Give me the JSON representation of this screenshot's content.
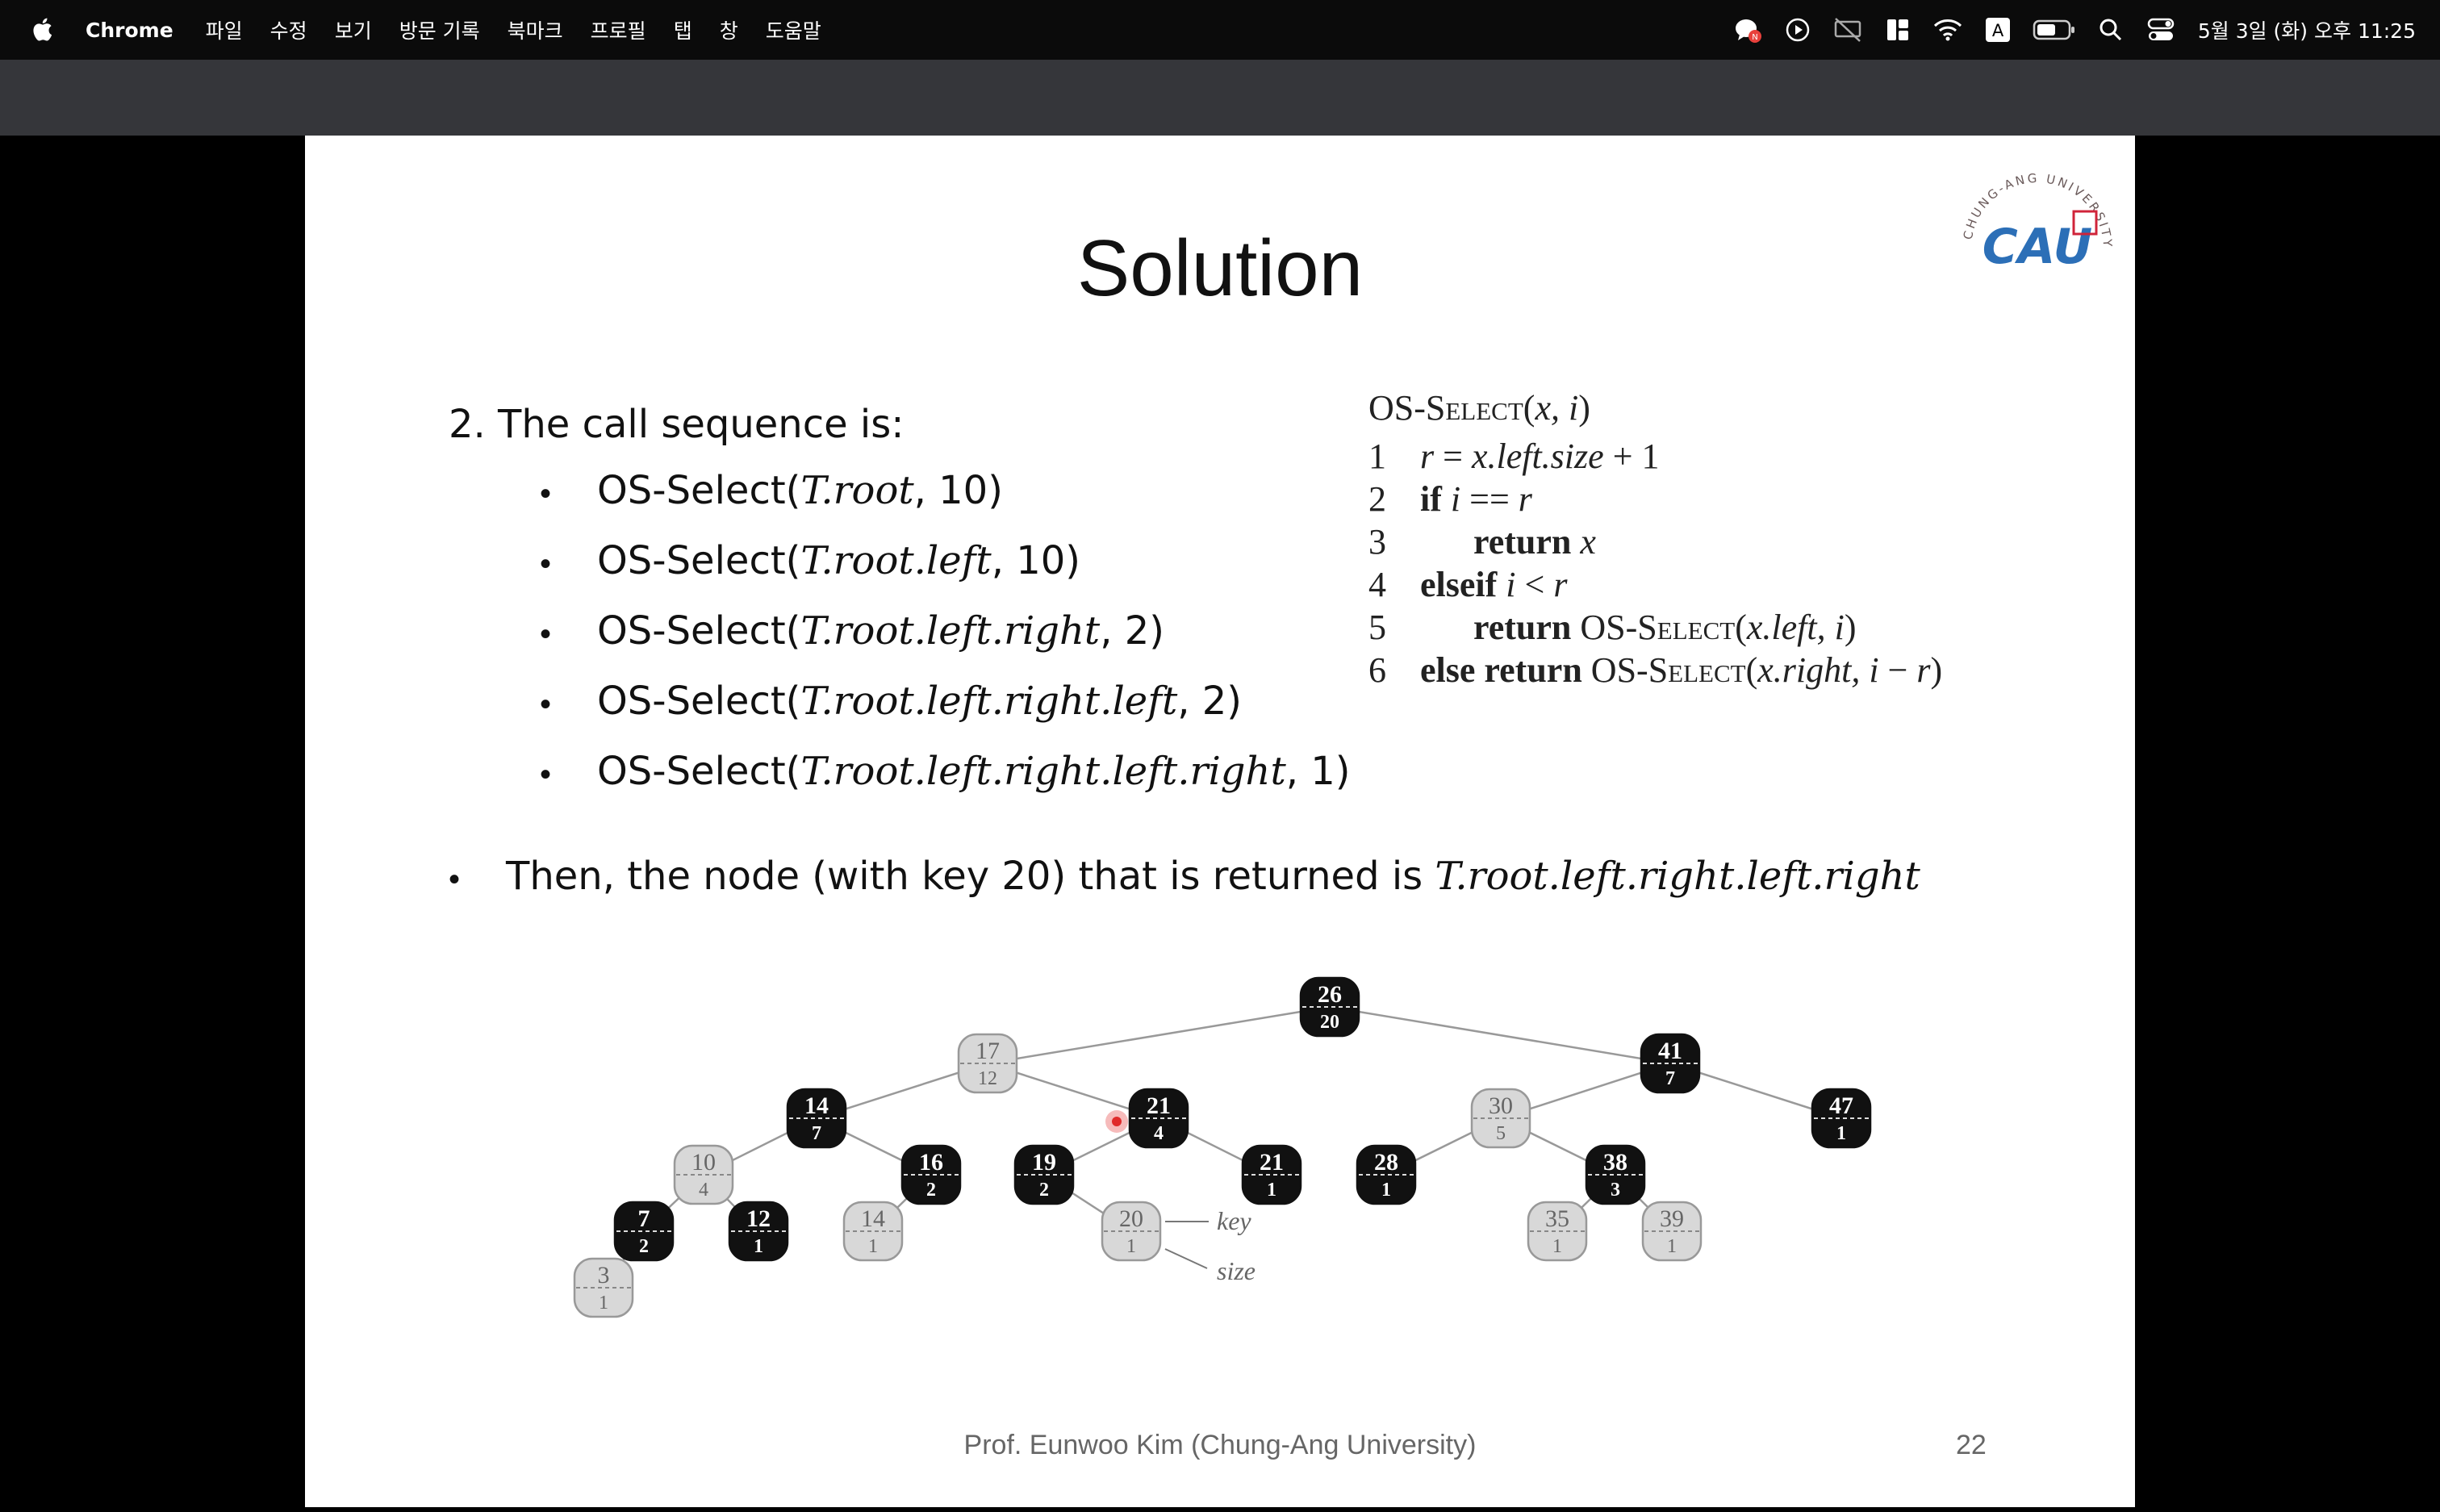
{
  "menubar": {
    "menus": [
      "Chrome",
      "파일",
      "수정",
      "보기",
      "방문 기록",
      "북마크",
      "프로필",
      "탭",
      "창",
      "도움말"
    ],
    "status_icons": [
      "rec-chat-icon",
      "play-circle-icon",
      "screen-mirror-off-icon",
      "panels-icon",
      "wifi-icon",
      "input-source-icon",
      "battery-icon",
      "spotlight-search-icon",
      "control-center-icon"
    ],
    "input_source_letter": "A",
    "clock": "5월 3일 (화) 오후 11:25"
  },
  "slide": {
    "title": "Solution",
    "intro": "2. The call sequence is:",
    "calls": [
      {
        "prefix": "OS-Select(",
        "math": "T.root",
        "suffix": ", 10)"
      },
      {
        "prefix": "OS-Select(",
        "math": "T.root.left",
        "suffix": ", 10)"
      },
      {
        "prefix": "OS-Select(",
        "math": "T.root.left.right",
        "suffix": ", 2)"
      },
      {
        "prefix": "OS-Select(",
        "math": "T.root.left.right.left",
        "suffix": ", 2)"
      },
      {
        "prefix": "OS-Select(",
        "math": "T.root.left.right.left.right",
        "suffix": ", 1)"
      }
    ],
    "conclusion": {
      "text": "Then, the node (with key 20) that is returned is ",
      "math": "T.root.left.right.left.right"
    },
    "pseudocode": {
      "header": "OS-SELECT(x, i)",
      "lines": [
        {
          "n": "1",
          "html": "<i>r</i> = <i>x.left.size</i> + 1"
        },
        {
          "n": "2",
          "html": "<b>if</b> <i>i</i> == <i>r</i>"
        },
        {
          "n": "3",
          "html": "&nbsp;&nbsp;&nbsp;&nbsp;&nbsp;&nbsp;<b>return</b> <i>x</i>"
        },
        {
          "n": "4",
          "html": "<b>elseif</b> <i>i</i> &lt; <i>r</i>"
        },
        {
          "n": "5",
          "html": "&nbsp;&nbsp;&nbsp;&nbsp;&nbsp;&nbsp;<b>return</b> OS-S<span class=\"sc\">elect</span>(<i>x.left, i</i>)"
        },
        {
          "n": "6",
          "html": "<b>else return</b> OS-S<span class=\"sc\">elect</span>(<i>x.right, i</i> &minus; <i>r</i>)"
        }
      ]
    },
    "tree": {
      "nodes": [
        {
          "key": "26",
          "size": "20",
          "color": "black"
        },
        {
          "key": "17",
          "size": "12",
          "color": "red"
        },
        {
          "key": "41",
          "size": "7",
          "color": "black"
        },
        {
          "key": "14",
          "size": "7",
          "color": "black"
        },
        {
          "key": "21",
          "size": "4",
          "color": "black"
        },
        {
          "key": "30",
          "size": "5",
          "color": "red"
        },
        {
          "key": "47",
          "size": "1",
          "color": "black"
        },
        {
          "key": "10",
          "size": "4",
          "color": "red"
        },
        {
          "key": "16",
          "size": "2",
          "color": "black"
        },
        {
          "key": "19",
          "size": "2",
          "color": "black"
        },
        {
          "key": "21",
          "size": "1",
          "color": "black"
        },
        {
          "key": "28",
          "size": "1",
          "color": "black"
        },
        {
          "key": "38",
          "size": "3",
          "color": "black"
        },
        {
          "key": "7",
          "size": "2",
          "color": "black"
        },
        {
          "key": "12",
          "size": "1",
          "color": "black"
        },
        {
          "key": "14",
          "size": "1",
          "color": "red"
        },
        {
          "key": "20",
          "size": "1",
          "color": "red"
        },
        {
          "key": "35",
          "size": "1",
          "color": "red"
        },
        {
          "key": "39",
          "size": "1",
          "color": "red"
        },
        {
          "key": "3",
          "size": "1",
          "color": "red"
        }
      ],
      "legend_key": "key",
      "legend_size": "size"
    },
    "logo_text": "CAU",
    "logo_ring_text": "CHUNG-ANG UNIVERSITY",
    "footer": "Prof. Eunwoo Kim (Chung-Ang University)",
    "page_number": "22"
  }
}
